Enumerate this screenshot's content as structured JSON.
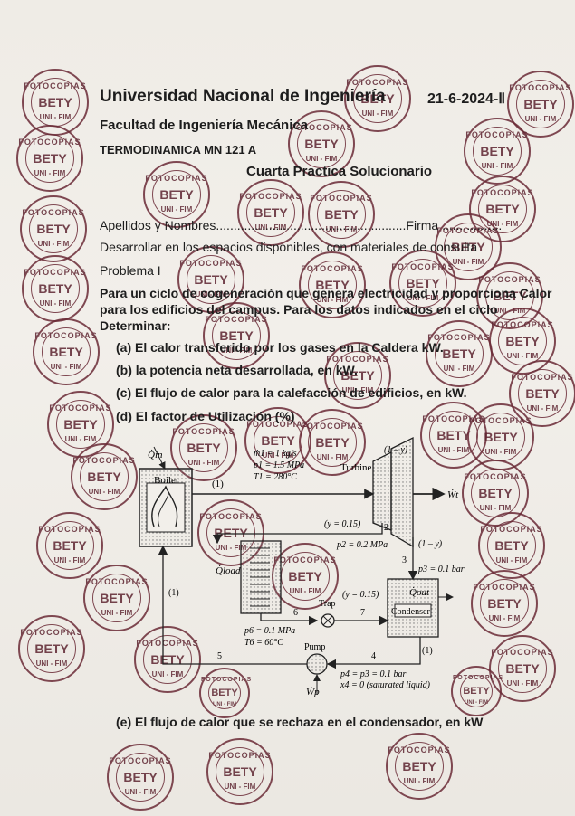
{
  "header": {
    "university": "Universidad Nacional de Ingeniería",
    "date": "21-6-2024-Ⅱ",
    "faculty": "Facultad de Ingeniería Mecánica",
    "course": "TERMODINAMICA   MN 121 A",
    "title": "Cuarta Practica  Solucionario"
  },
  "form": {
    "names_label": "Apellidos y Nombres......................................................Firma .................",
    "instructions": "Desarrollar en los espacios disponibles, con materiales de consulta"
  },
  "problem": {
    "label": "Problema I",
    "statement_1": "Para un ciclo de cogeneración que genera electricidad y proporciona Calor",
    "statement_2": "para los edificios del campus. Para los datos indicados en el ciclo",
    "statement_3": "Determinar:",
    "questions": [
      "(a) El calor transferido por los gases en la Caldera kW.",
      "(b)  la potencia neta desarrollada, en kW.",
      "(c)  El flujo de calor para la calefacción de edificios, en kW.",
      "(d) El factor de Utilización (%)"
    ],
    "question_e": "(e)  El flujo de calor que se rechaza en el condensador, en kW"
  },
  "diagram": {
    "q_in": "Q̇in",
    "boiler": "Boiler",
    "state1": "(1)",
    "m1": "ṁ1 = 1 kg/s",
    "p1": "p1 = 1.5 MPa",
    "t1": "T1 = 280°C",
    "frac_1y": "(1 – y)",
    "turbine": "Turbine",
    "wt": "Ẇt",
    "y015": "(y = 0.15)",
    "n2": "2",
    "p2": "p2 = 0.2 MPa",
    "frac_1y_b": "(1 – y)",
    "q_load": "Q̇load",
    "n3": "3",
    "p3": "p3 = 0.1 bar",
    "trap": "Trap",
    "y015b": "(y = 0.15)",
    "q_out": "Q̇out",
    "condenser": "Condenser",
    "n6": "6",
    "n7": "7",
    "p6": "p6 = 0.1 MPa",
    "t6": "T6 = 60°C",
    "left_1": "(1)",
    "n5": "5",
    "pump": "Pump",
    "n4": "4",
    "right_1": "(1)",
    "p4": "p4 = p3 = 0.1 bar",
    "x4": "x4 = 0 (saturated liquid)",
    "wp": "Ẇp"
  },
  "stamps": {
    "line1": "FOTOCOPIAS",
    "line2": "BETY",
    "line3": "UNI - FIM"
  }
}
